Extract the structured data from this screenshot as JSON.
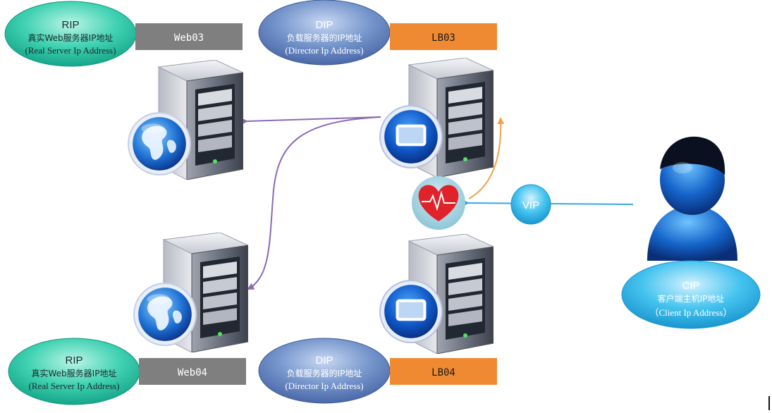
{
  "rip_top": {
    "title": "RIP",
    "line1": "真实Web服务器IP地址",
    "line2": "(Real Server Ip Address)",
    "server_label": "Web03"
  },
  "dip_top": {
    "title": "DIP",
    "line1": "负载服务器的IP地址",
    "line2": "(Director Ip Address)",
    "server_label": "LB03"
  },
  "rip_bottom": {
    "title": "RIP",
    "line1": "真实Web服务器IP地址",
    "line2": "(Real Server Ip Address)",
    "server_label": "Web04"
  },
  "dip_bottom": {
    "title": "DIP",
    "line1": "负载服务器的IP地址",
    "line2": "(Director Ip Address)",
    "server_label": "LB04"
  },
  "vip": {
    "label": "VIP"
  },
  "cip": {
    "title": "CIP",
    "line1": "客户端主机IP地址",
    "line2": "（Client Ip Address）"
  },
  "colors": {
    "rip_bubble": "#2ec9a8",
    "dip_bubble": "#5b7fbf",
    "cip_bubble": "#2ab8e8",
    "web_label": "#7f7f7f",
    "lb_label": "#f08a32",
    "purple_arrow": "#8a6bb5",
    "orange_arrow": "#f5a04a",
    "blue_arrow": "#37a9e0"
  }
}
